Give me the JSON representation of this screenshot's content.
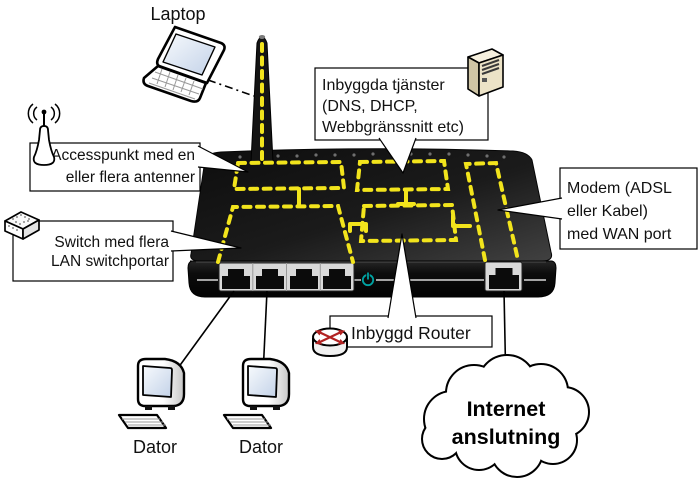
{
  "labels": {
    "laptop": "Laptop",
    "computer_left": "Dator",
    "computer_right": "Dator"
  },
  "callouts": {
    "access_point": {
      "line1": "Accesspunkt med en",
      "line2": "eller flera antenner"
    },
    "services": {
      "line1": "Inbyggda tjänster",
      "line2": "(DNS, DHCP,",
      "line3": "Webbgränssnitt etc)"
    },
    "modem": {
      "line1": "Modem (ADSL",
      "line2": "eller Kabel)",
      "line3": "med WAN port"
    },
    "switch": {
      "line1": "Switch med flera",
      "line2": "LAN switchportar"
    },
    "router": {
      "line1": "Inbyggd Router"
    }
  },
  "cloud": {
    "line1": "Internet",
    "line2": "anslutning"
  },
  "icons": {
    "laptop-icon": "open-laptop-perspective",
    "access-point-icon": "antenna-with-radio-waves",
    "switch-icon": "3d-box-with-ports",
    "server-icon": "3d-server-tower",
    "router-icon": "cylinder-with-red-cross-arrows",
    "computer-icon": "crt-monitor-with-keyboard",
    "antenna-icon": "tapered-rod",
    "power-icon": "standby-symbol",
    "lan-port-icon": "rj45-jack",
    "wan-port-icon": "rj45-jack",
    "cloud-shape": "puffy-cloud-outline"
  },
  "colors": {
    "highlight_yellow": "#f2e41c",
    "power_teal": "#00a2a2",
    "arrow_red": "#b22222",
    "device_black": "#161616",
    "port_gray": "#d9d9d9",
    "server_beige": "#ece3c7"
  }
}
